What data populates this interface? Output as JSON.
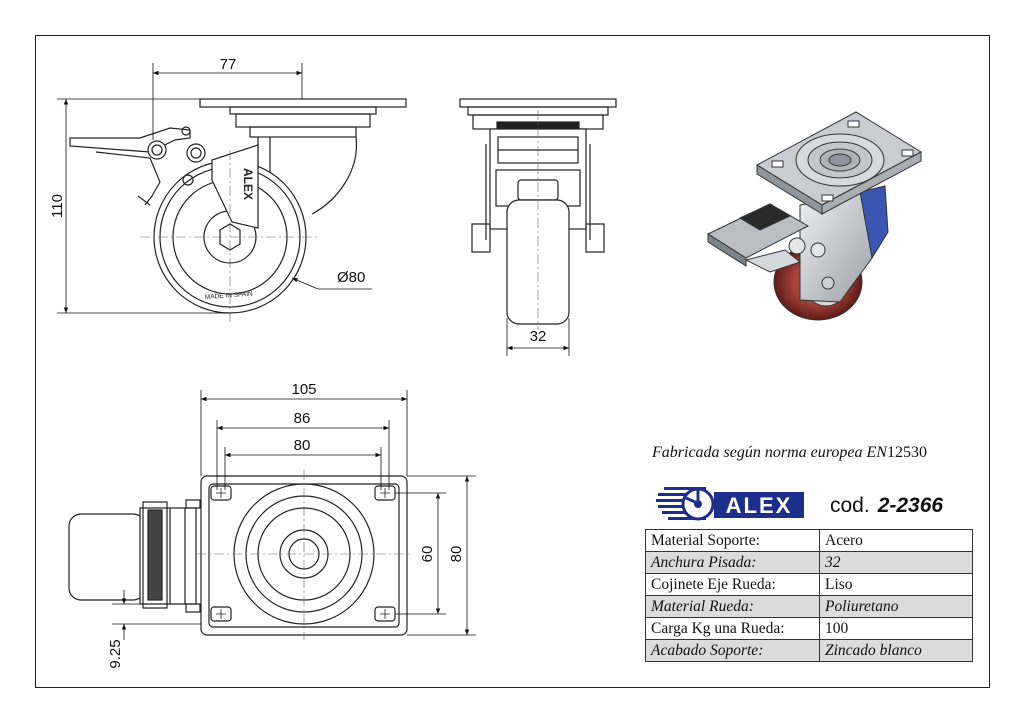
{
  "dimensions": {
    "overall_offset": "77",
    "height": "110",
    "wheel_diameter": "Ø80",
    "tread_width": "32",
    "plate_length": "105",
    "bolt_spacing_long": "86",
    "bolt_spacing_long_alt": "80",
    "bolt_spacing_short": "60",
    "plate_width": "80",
    "brake_offset": "9.25"
  },
  "wheel_marking": {
    "brand": "ALEX",
    "made_in": "MADE IN SPAIN"
  },
  "standard_note": {
    "prefix": "Fabricada según norma europea EN",
    "number": "12530"
  },
  "logo": {
    "text": "ALEX"
  },
  "code": {
    "label": "cod.",
    "value": "2-2366"
  },
  "specs": [
    {
      "label": "Material Soporte:",
      "value": "Acero"
    },
    {
      "label": "Anchura Pisada:",
      "value": "32"
    },
    {
      "label": "Cojinete Eje Rueda:",
      "value": "Liso"
    },
    {
      "label": "Material Rueda:",
      "value": "Poliuretano"
    },
    {
      "label": "Carga Kg una Rueda:",
      "value": "100"
    },
    {
      "label": "Acabado Soporte:",
      "value": "Zincado blanco"
    }
  ],
  "colors": {
    "logo_blue": "#1c2f8c",
    "wheel_red": "#7b2a22",
    "plate_grey": "#c9cdd2",
    "shade": "#dcdcdc"
  }
}
